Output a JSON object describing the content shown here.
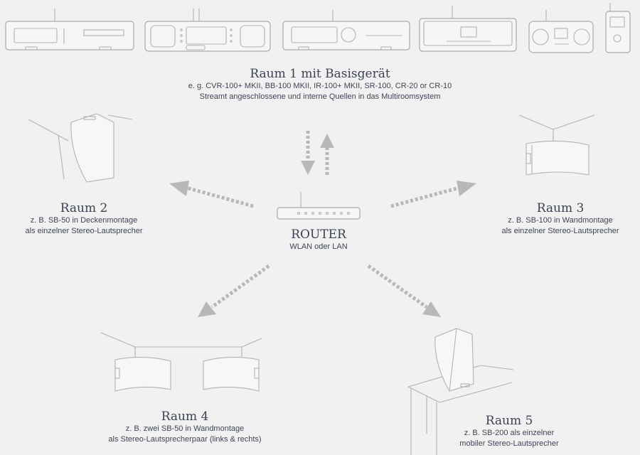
{
  "room1": {
    "title": "Raum 1 mit Basisgerät",
    "line1": "e. g. CVR-100+ MKII, BB-100 MKII, IR-100+ MKII, SR-100, CR-20 or CR-10",
    "line2": "Streamt angeschlossene und interne Quellen in das Multiroomsystem"
  },
  "room2": {
    "title": "Raum 2",
    "line1": "z. B. SB-50 in Deckenmontage",
    "line2": "als einzelner Stereo-Lautsprecher"
  },
  "room3": {
    "title": "Raum 3",
    "line1": "z. B. SB-100 in Wandmontage",
    "line2": "als einzelner Stereo-Lautsprecher"
  },
  "router": {
    "title": "ROUTER",
    "subtitle": "WLAN oder LAN"
  },
  "room4": {
    "title": "Raum 4",
    "line1": "z. B. zwei SB-50 in Wandmontage",
    "line2": "als Stereo-Lautsprecherpaar (links & rechts)"
  },
  "room5": {
    "title": "Raum 5",
    "line1": "z. B. SB-200 als einzelner",
    "line2": "mobiler Stereo-Lautsprecher"
  },
  "colors": {
    "background": "#f1f1f1",
    "text": "#3e4556",
    "line_art": "#b2b2b2",
    "arrows": "#b8b8b8"
  }
}
